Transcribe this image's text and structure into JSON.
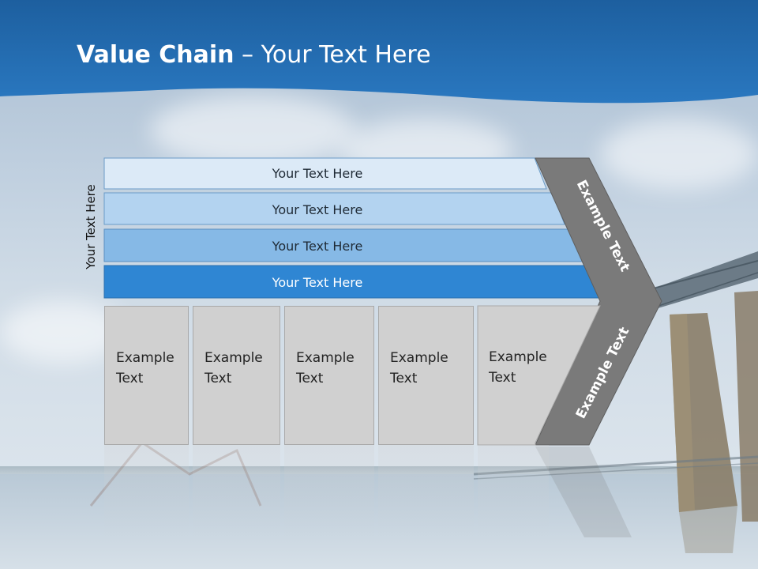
{
  "header": {
    "title_bold": "Value Chain",
    "title_rest": " – Your Text Here"
  },
  "side_label": "Your Text Here",
  "rows": [
    {
      "label": "Your Text Here",
      "color": "#dceaf7"
    },
    {
      "label": "Your Text Here",
      "color": "#b3d3f0"
    },
    {
      "label": "Your Text Here",
      "color": "#86b9e6"
    },
    {
      "label": "Your Text Here",
      "color": "#2f86d3"
    }
  ],
  "columns": [
    {
      "line1": "Example",
      "line2": "Text"
    },
    {
      "line1": "Example",
      "line2": "Text"
    },
    {
      "line1": "Example",
      "line2": "Text"
    },
    {
      "line1": "Example",
      "line2": "Text"
    },
    {
      "line1": "Example",
      "line2": "Text"
    }
  ],
  "chevron": {
    "upper_label": "Example Text",
    "lower_label": "Example Text",
    "color": "#7a7a7a"
  },
  "colors": {
    "header_blue": "#1f6db4",
    "column_gray": "#d0d0d0"
  }
}
